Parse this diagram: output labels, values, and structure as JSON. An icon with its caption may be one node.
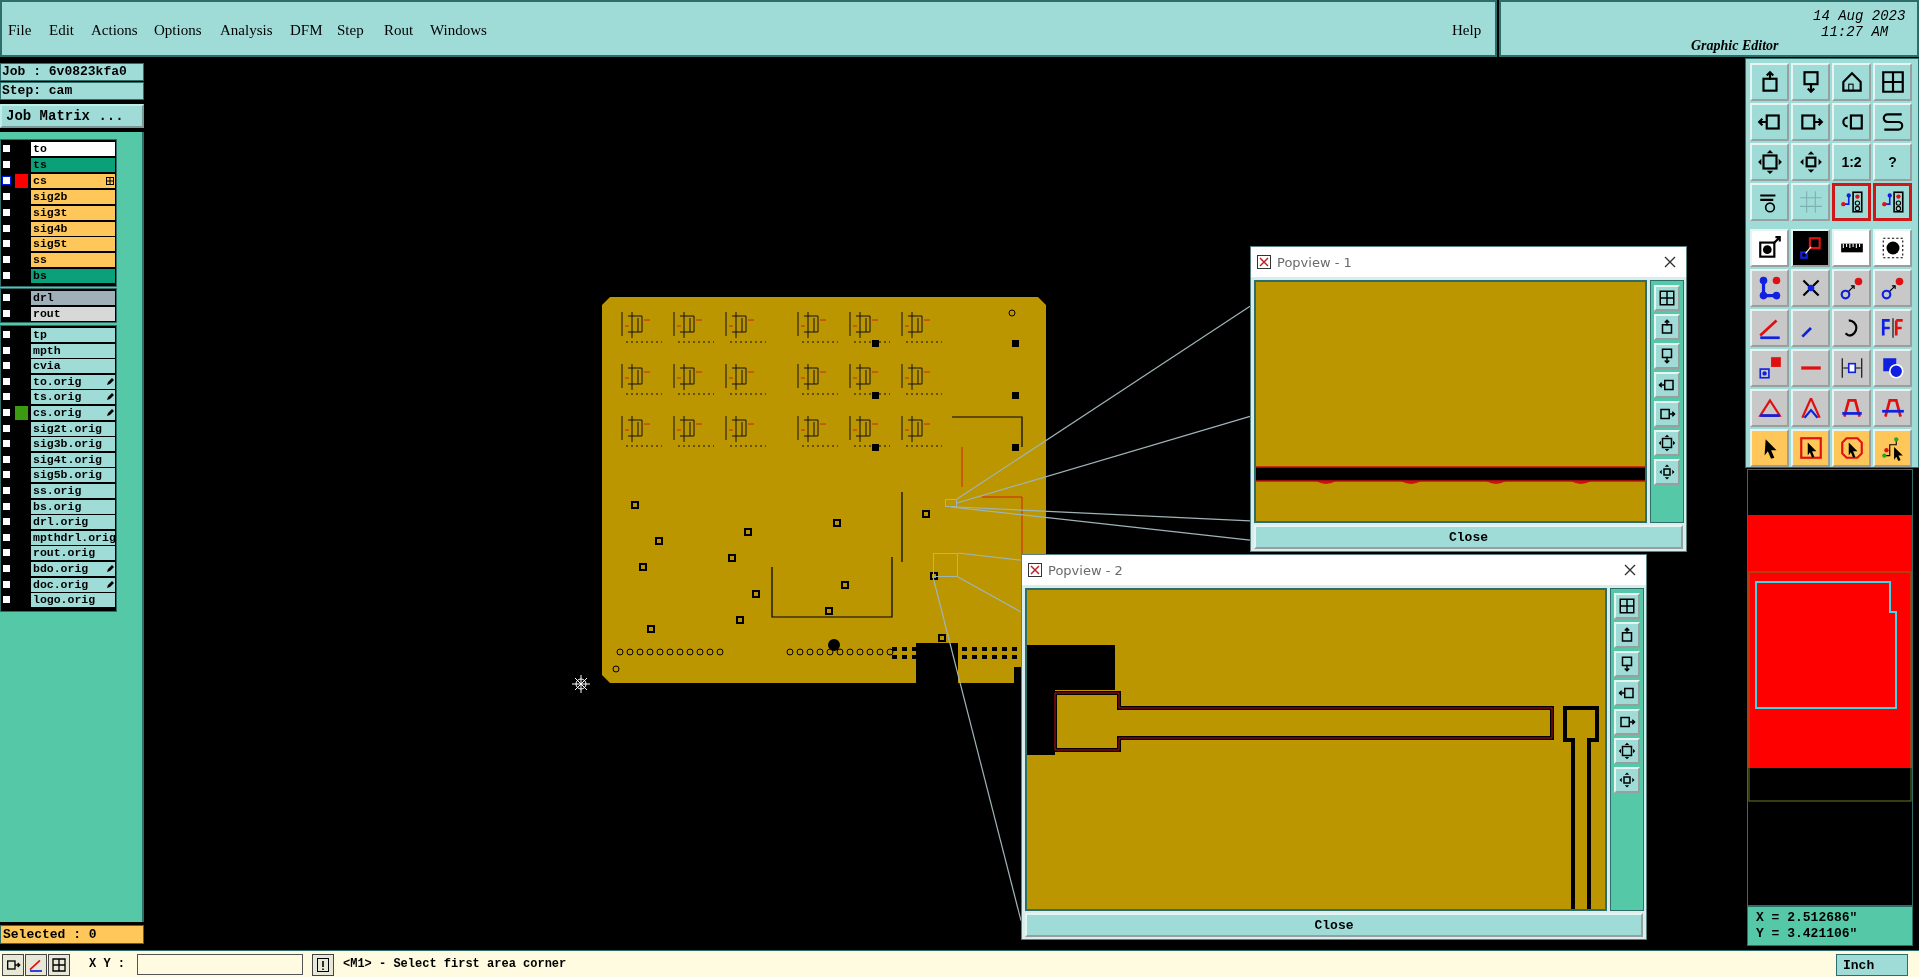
{
  "diagram": {
    "nodes": [
      {
        "text": [],
        "shape": "picture"
      },
      {
        "text": [],
        "shape": "box",
        "in": 0
      },
      {
        "text": [
          "Popview - 1",
          "Close"
        ]
      },
      {
        "text": [],
        "shape": "box",
        "in": 0
      },
      {
        "text": [
          "Popview - 2",
          "Close"
        ]
      }
    ],
    "edges": [
      {
        "from": 1,
        "to": 2,
        "arrow": "none"
      },
      {
        "from": 1,
        "to": 2,
        "arrow": "none"
      },
      {
        "from": 1,
        "to": 2,
        "arrow": "none"
      },
      {
        "from": 1,
        "to": 2,
        "arrow": "none"
      },
      {
        "from": 3,
        "to": 4,
        "arrow": "none"
      },
      {
        "from": 3,
        "to": 4,
        "arrow": "none"
      },
      {
        "from": 3,
        "to": 4,
        "arrow": "none"
      }
    ],
    "labels": [
      "File",
      "Edit",
      "Actions",
      "Options",
      "Analysis",
      "DFM",
      "Step",
      "Rout",
      "Windows",
      "Help",
      "Graphic Editor",
      "14 Aug 2023",
      "11:27 AM",
      "Job : 6v0823kfa0",
      "Step: cam",
      "Job Matrix ...",
      "to",
      "ts",
      "cs",
      "sig2b",
      "sig3t",
      "sig4b",
      "sig5t",
      "ss",
      "bs",
      "drl",
      "rout",
      "tp",
      "mpth",
      "cvia",
      "to.orig",
      "ts.orig",
      "cs.orig",
      "sig2t.orig",
      "sig3b.orig",
      "sig4t.orig",
      "sig5b.orig",
      "ss.orig",
      "bs.orig",
      "drl.orig",
      "mpthdrl.orig",
      "rout.orig",
      "bdo.orig",
      "doc.orig",
      "logo.orig",
      "1:2",
      "?",
      "Selected : 0",
      "X Y :",
      "<M1> - Select first area corner",
      "X = 2.512686\"",
      "Y = 3.421106\"",
      "Inch"
    ]
  }
}
